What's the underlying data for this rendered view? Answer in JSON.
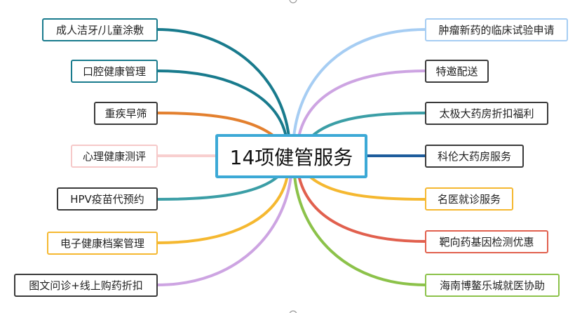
{
  "central_topic": {
    "label": "14项健管服务",
    "border_color": "#3ca9d6"
  },
  "left_branches": [
    {
      "label": "成人洁牙/儿童涂敷",
      "line_color": "#197b8d",
      "border_color": "#197b8d"
    },
    {
      "label": "口腔健康管理",
      "line_color": "#197b8d",
      "border_color": "#197b8d"
    },
    {
      "label": "重疾早筛",
      "line_color": "#e3802f",
      "border_color": "#3a3a3a"
    },
    {
      "label": "心理健康测评",
      "line_color": "#f8cfcf",
      "border_color": "#f6c9c9"
    },
    {
      "label": "HPV疫苗代预约",
      "line_color": "#3b9ea6",
      "border_color": "#3a3a3a"
    },
    {
      "label": "电子健康档案管理",
      "line_color": "#f5b830",
      "border_color": "#f5b830"
    },
    {
      "label": "图文问诊+线上购药折扣",
      "line_color": "#cda4e2",
      "border_color": "#3a3a3a"
    }
  ],
  "right_branches": [
    {
      "label": "肿瘤新药的临床试验申请",
      "line_color": "#a6cdf3",
      "border_color": "#a6cdf3"
    },
    {
      "label": "特邀配送",
      "line_color": "#cda4e2",
      "border_color": "#3a3a3a"
    },
    {
      "label": "太极大药房折扣福利",
      "line_color": "#3b9ea6",
      "border_color": "#3a3a3a"
    },
    {
      "label": "科伦大药房服务",
      "line_color": "#1d5c9c",
      "border_color": "#3a3a3a"
    },
    {
      "label": "名医就诊服务",
      "line_color": "#f5b830",
      "border_color": "#f5b830"
    },
    {
      "label": "靶向药基因检测优惠",
      "line_color": "#e1604e",
      "border_color": "#e1604e"
    },
    {
      "label": "海南博鳌乐城就医协助",
      "line_color": "#8cc24a",
      "border_color": "#8cc24a"
    }
  ]
}
